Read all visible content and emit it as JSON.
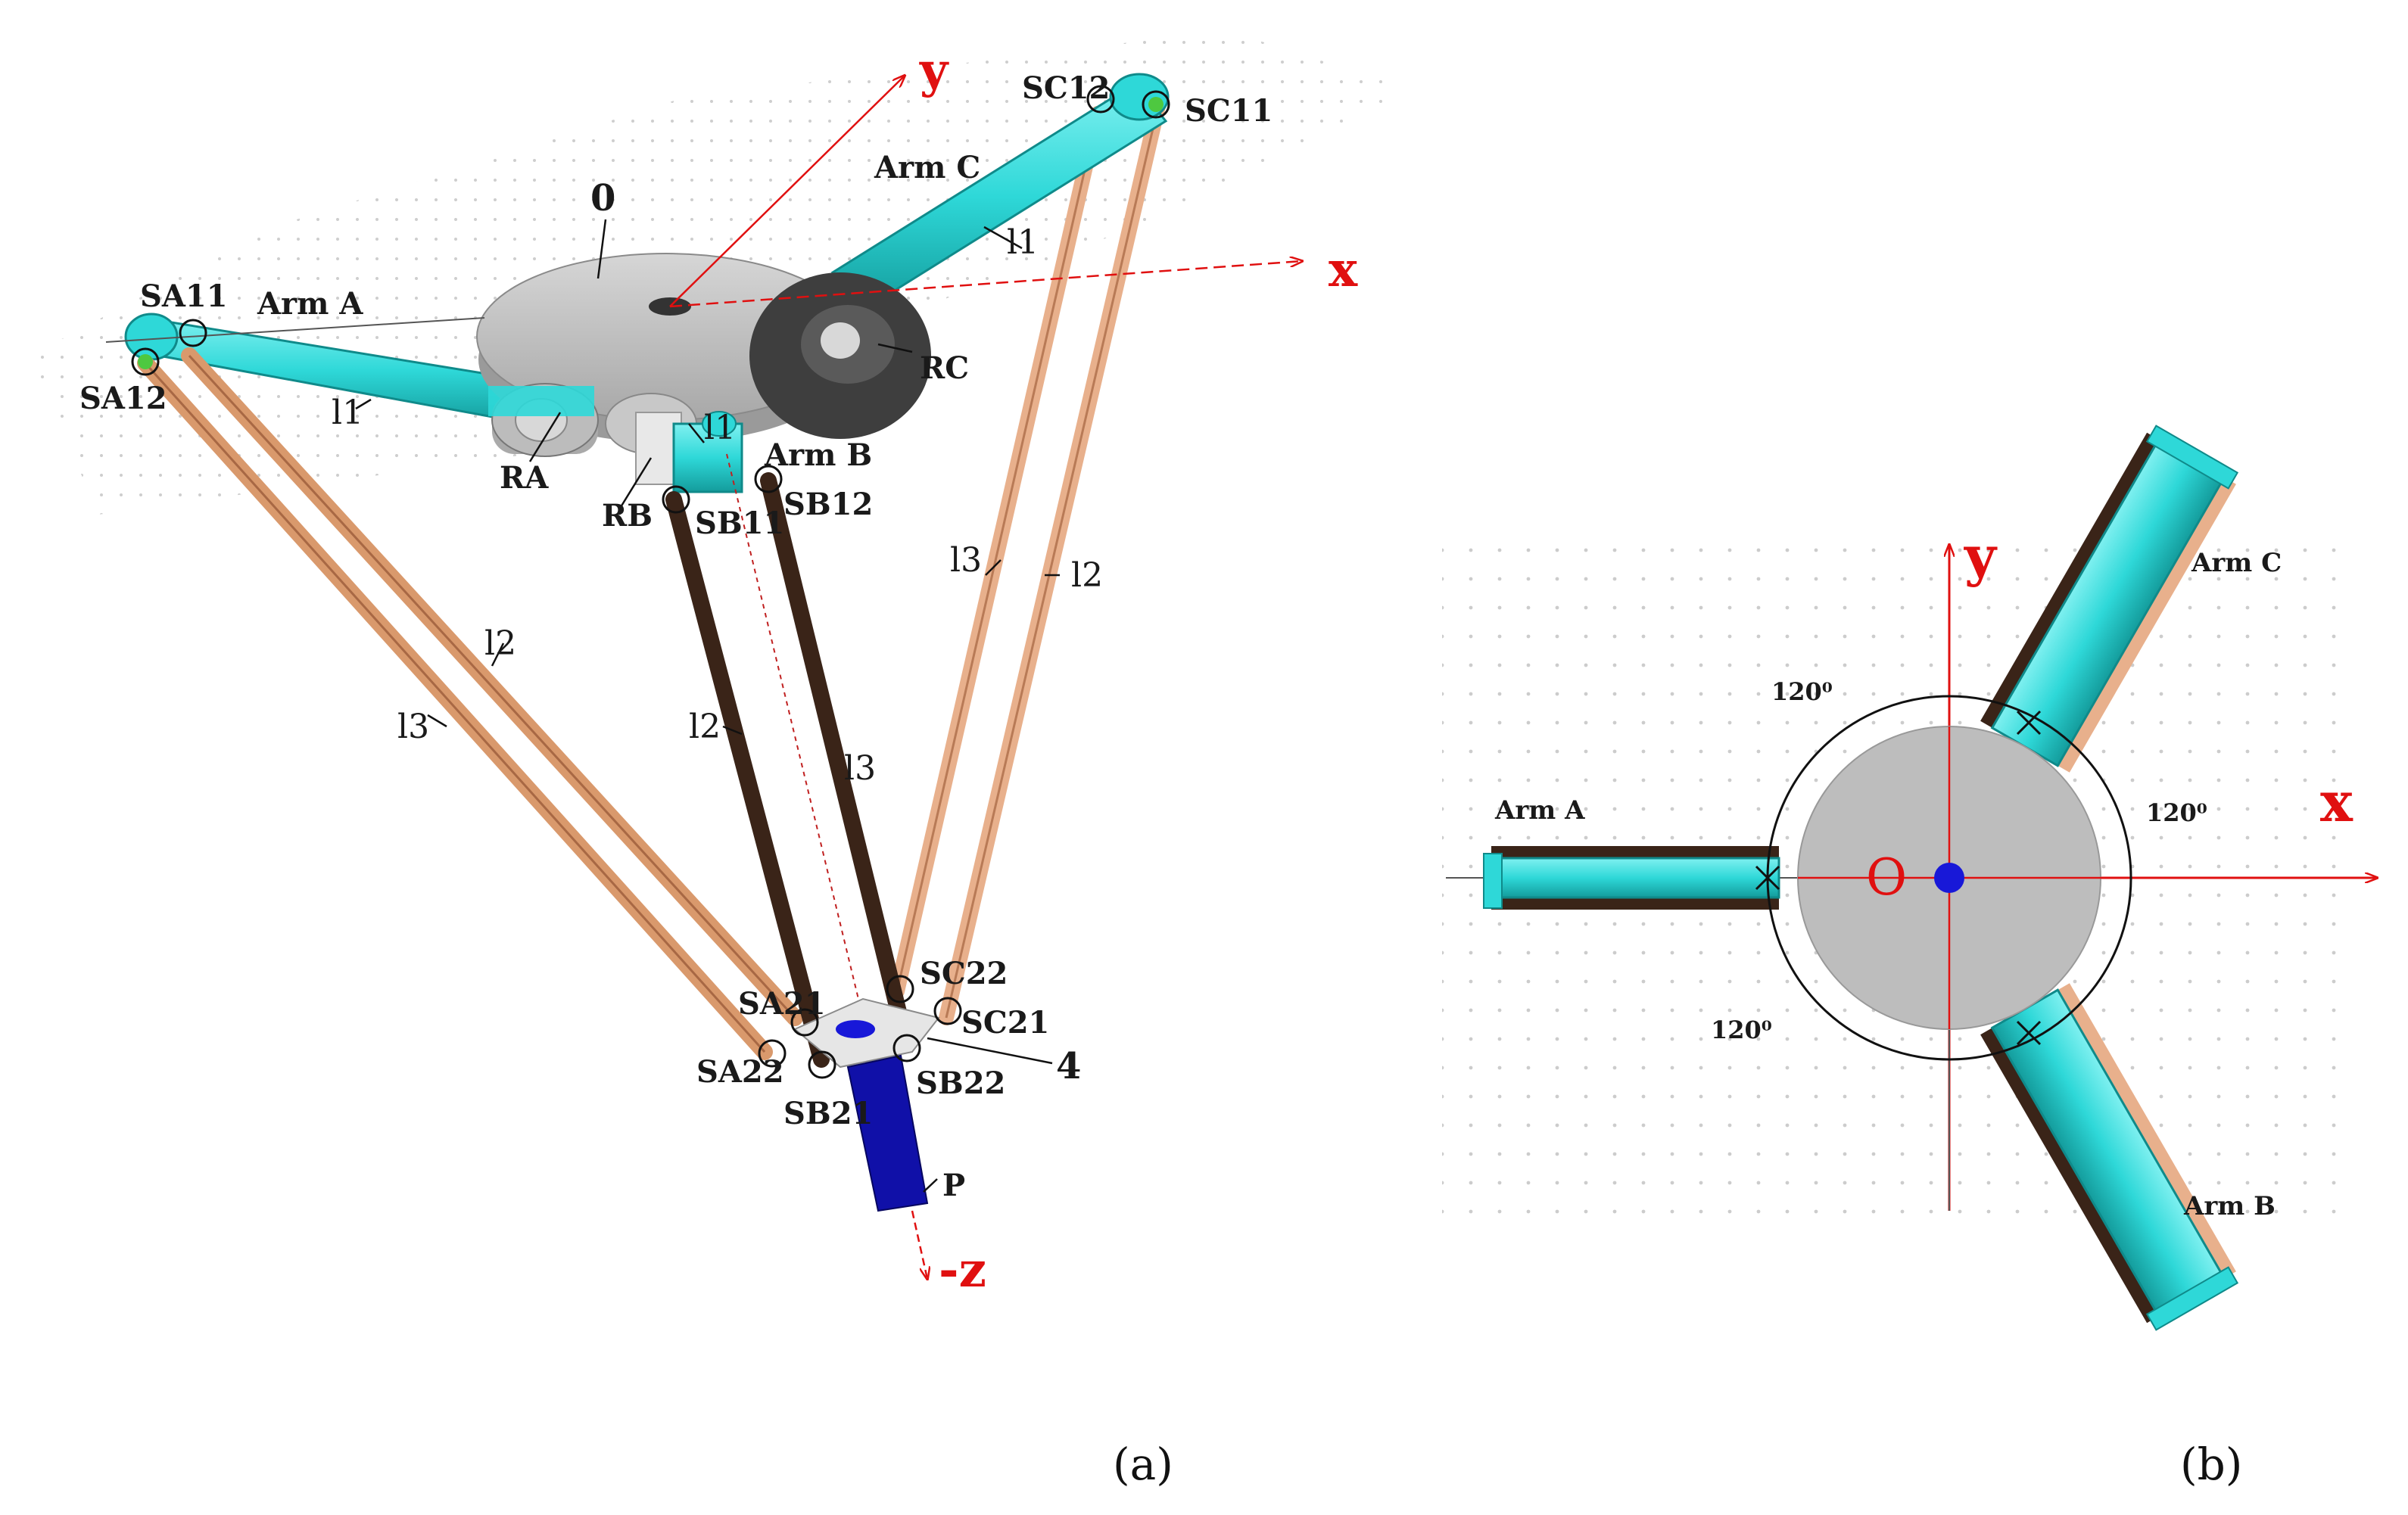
{
  "panel_a": {
    "caption": "(a)",
    "axes": {
      "x": "x",
      "y": "y",
      "z": "-z"
    },
    "platform_label": "0",
    "end_plate_label": "4",
    "tool_point_label": "P",
    "arms": {
      "a": "Arm A",
      "b": "Arm B",
      "c": "Arm C"
    },
    "revolute_joints": {
      "a": "RA",
      "b": "RB",
      "c": "RC"
    },
    "link_labels": {
      "l1": "l1",
      "l2": "l2",
      "l3": "l3"
    },
    "spherical_joints": {
      "a11": "SA11",
      "a12": "SA12",
      "a21": "SA21",
      "a22": "SA22",
      "b11": "SB11",
      "b12": "SB12",
      "b21": "SB21",
      "b22": "SB22",
      "c11": "SC11",
      "c12": "SC12",
      "c21": "SC21",
      "c22": "SC22"
    }
  },
  "panel_b": {
    "caption": "(b)",
    "axes": {
      "x": "x",
      "y": "y"
    },
    "origin": "O",
    "arms": {
      "a": "Arm A",
      "b": "Arm B",
      "c": "Arm C"
    },
    "angle_label": "120⁰"
  },
  "colors": {
    "arm": "#2ed8d8",
    "arm_dark": "#17a8a8",
    "rod_light": "#e8b08c",
    "rod_dark": "#3a2418",
    "platform": "#bdbdbd",
    "motor": "#4a4a4a",
    "axis": "#e01010",
    "tool": "#1010b8"
  }
}
